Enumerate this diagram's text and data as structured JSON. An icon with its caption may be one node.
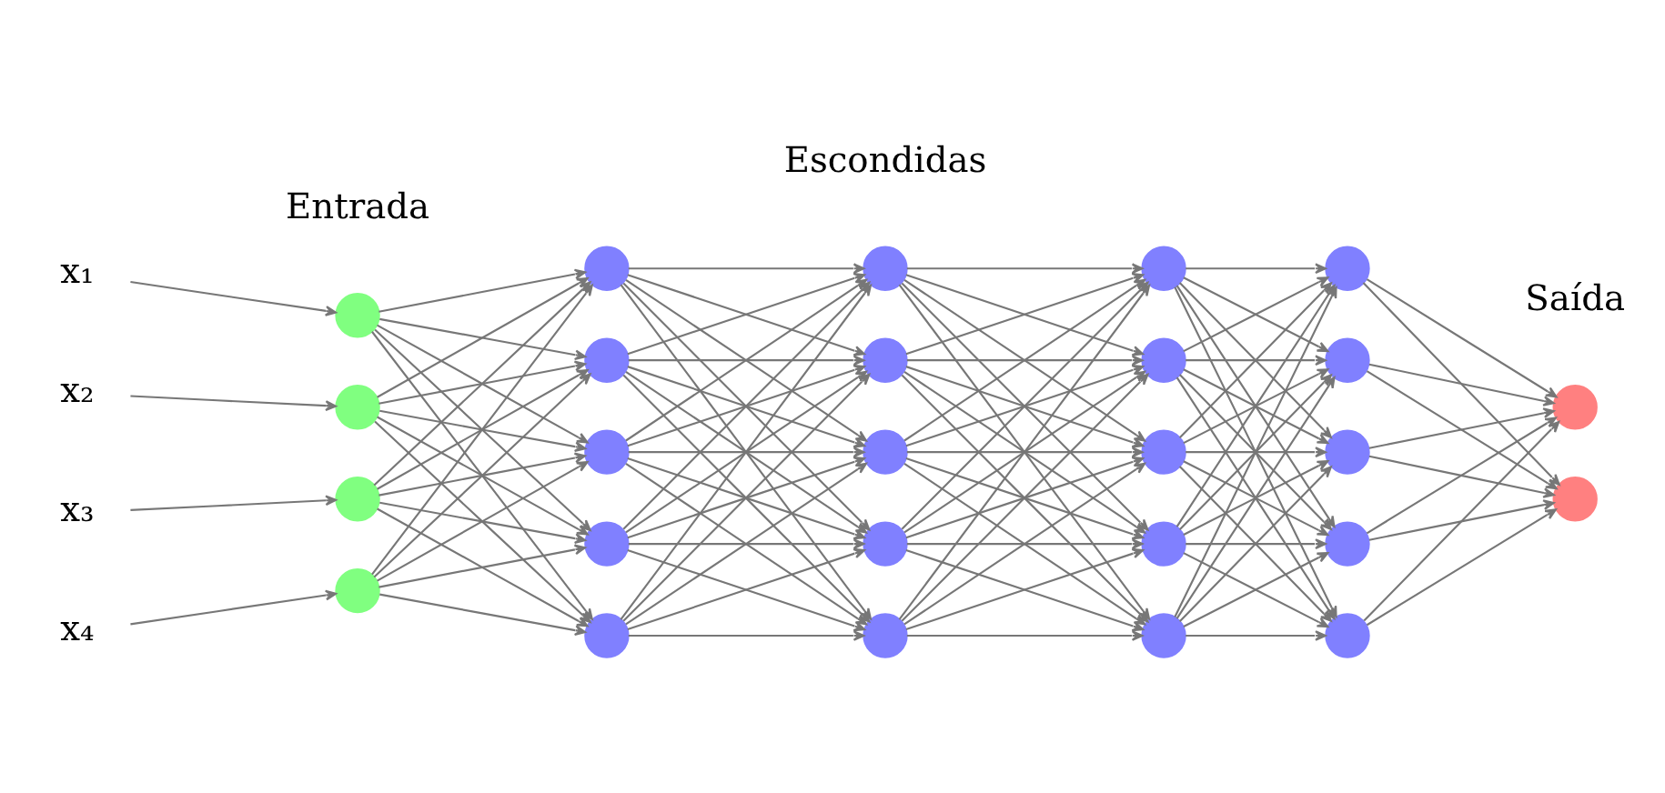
{
  "diagram": {
    "nodes": [
      {
        "text": [
          "x₁"
        ]
      },
      {
        "text": [
          "x₂"
        ]
      },
      {
        "text": [
          "x₃"
        ]
      },
      {
        "text": [
          "x₄"
        ]
      },
      {
        "text": [],
        "shape": "circle"
      },
      {
        "text": [],
        "shape": "circle"
      },
      {
        "text": [],
        "shape": "circle"
      },
      {
        "text": [],
        "shape": "circle"
      },
      {
        "text": [],
        "shape": "circle"
      },
      {
        "text": [],
        "shape": "circle"
      },
      {
        "text": [],
        "shape": "circle"
      },
      {
        "text": [],
        "shape": "circle"
      },
      {
        "text": [],
        "shape": "circle"
      },
      {
        "text": [],
        "shape": "circle"
      },
      {
        "text": [],
        "shape": "circle"
      },
      {
        "text": [],
        "shape": "circle"
      },
      {
        "text": [],
        "shape": "circle"
      },
      {
        "text": [],
        "shape": "circle"
      },
      {
        "text": [],
        "shape": "circle"
      },
      {
        "text": [],
        "shape": "circle"
      },
      {
        "text": [],
        "shape": "circle"
      },
      {
        "text": [],
        "shape": "circle"
      },
      {
        "text": [],
        "shape": "circle"
      },
      {
        "text": [],
        "shape": "circle"
      },
      {
        "text": [],
        "shape": "circle"
      },
      {
        "text": [],
        "shape": "circle"
      },
      {
        "text": [],
        "shape": "circle"
      },
      {
        "text": [],
        "shape": "circle"
      },
      {
        "text": [],
        "shape": "circle"
      },
      {
        "text": [],
        "shape": "circle"
      }
    ],
    "edges": [
      {
        "from": 0,
        "to": 4,
        "arrow": "to"
      },
      {
        "from": 1,
        "to": 5,
        "arrow": "to"
      },
      {
        "from": 2,
        "to": 6,
        "arrow": "to"
      },
      {
        "from": 3,
        "to": 7,
        "arrow": "to"
      },
      {
        "from": 4,
        "to": 8,
        "arrow": "to"
      },
      {
        "from": 4,
        "to": 9,
        "arrow": "to"
      },
      {
        "from": 4,
        "to": 10,
        "arrow": "to"
      },
      {
        "from": 4,
        "to": 11,
        "arrow": "to"
      },
      {
        "from": 4,
        "to": 12,
        "arrow": "to"
      },
      {
        "from": 5,
        "to": 8,
        "arrow": "to"
      },
      {
        "from": 5,
        "to": 9,
        "arrow": "to"
      },
      {
        "from": 5,
        "to": 10,
        "arrow": "to"
      },
      {
        "from": 5,
        "to": 11,
        "arrow": "to"
      },
      {
        "from": 5,
        "to": 12,
        "arrow": "to"
      },
      {
        "from": 6,
        "to": 8,
        "arrow": "to"
      },
      {
        "from": 6,
        "to": 9,
        "arrow": "to"
      },
      {
        "from": 6,
        "to": 10,
        "arrow": "to"
      },
      {
        "from": 6,
        "to": 11,
        "arrow": "to"
      },
      {
        "from": 6,
        "to": 12,
        "arrow": "to"
      },
      {
        "from": 7,
        "to": 8,
        "arrow": "to"
      },
      {
        "from": 7,
        "to": 9,
        "arrow": "to"
      },
      {
        "from": 7,
        "to": 10,
        "arrow": "to"
      },
      {
        "from": 7,
        "to": 11,
        "arrow": "to"
      },
      {
        "from": 7,
        "to": 12,
        "arrow": "to"
      },
      {
        "from": 8,
        "to": 13,
        "arrow": "to"
      },
      {
        "from": 8,
        "to": 14,
        "arrow": "to"
      },
      {
        "from": 8,
        "to": 15,
        "arrow": "to"
      },
      {
        "from": 8,
        "to": 16,
        "arrow": "to"
      },
      {
        "from": 8,
        "to": 17,
        "arrow": "to"
      },
      {
        "from": 9,
        "to": 13,
        "arrow": "to"
      },
      {
        "from": 9,
        "to": 14,
        "arrow": "to"
      },
      {
        "from": 9,
        "to": 15,
        "arrow": "to"
      },
      {
        "from": 9,
        "to": 16,
        "arrow": "to"
      },
      {
        "from": 9,
        "to": 17,
        "arrow": "to"
      },
      {
        "from": 10,
        "to": 13,
        "arrow": "to"
      },
      {
        "from": 10,
        "to": 14,
        "arrow": "to"
      },
      {
        "from": 10,
        "to": 15,
        "arrow": "to"
      },
      {
        "from": 10,
        "to": 16,
        "arrow": "to"
      },
      {
        "from": 10,
        "to": 17,
        "arrow": "to"
      },
      {
        "from": 11,
        "to": 13,
        "arrow": "to"
      },
      {
        "from": 11,
        "to": 14,
        "arrow": "to"
      },
      {
        "from": 11,
        "to": 15,
        "arrow": "to"
      },
      {
        "from": 11,
        "to": 16,
        "arrow": "to"
      },
      {
        "from": 11,
        "to": 17,
        "arrow": "to"
      },
      {
        "from": 12,
        "to": 13,
        "arrow": "to"
      },
      {
        "from": 12,
        "to": 14,
        "arrow": "to"
      },
      {
        "from": 12,
        "to": 15,
        "arrow": "to"
      },
      {
        "from": 12,
        "to": 16,
        "arrow": "to"
      },
      {
        "from": 12,
        "to": 17,
        "arrow": "to"
      },
      {
        "from": 13,
        "to": 18,
        "arrow": "to"
      },
      {
        "from": 13,
        "to": 19,
        "arrow": "to"
      },
      {
        "from": 13,
        "to": 20,
        "arrow": "to"
      },
      {
        "from": 13,
        "to": 21,
        "arrow": "to"
      },
      {
        "from": 13,
        "to": 22,
        "arrow": "to"
      },
      {
        "from": 14,
        "to": 18,
        "arrow": "to"
      },
      {
        "from": 14,
        "to": 19,
        "arrow": "to"
      },
      {
        "from": 14,
        "to": 20,
        "arrow": "to"
      },
      {
        "from": 14,
        "to": 21,
        "arrow": "to"
      },
      {
        "from": 14,
        "to": 22,
        "arrow": "to"
      },
      {
        "from": 15,
        "to": 18,
        "arrow": "to"
      },
      {
        "from": 15,
        "to": 19,
        "arrow": "to"
      },
      {
        "from": 15,
        "to": 20,
        "arrow": "to"
      },
      {
        "from": 15,
        "to": 21,
        "arrow": "to"
      },
      {
        "from": 15,
        "to": 22,
        "arrow": "to"
      },
      {
        "from": 16,
        "to": 18,
        "arrow": "to"
      },
      {
        "from": 16,
        "to": 19,
        "arrow": "to"
      },
      {
        "from": 16,
        "to": 20,
        "arrow": "to"
      },
      {
        "from": 16,
        "to": 21,
        "arrow": "to"
      },
      {
        "from": 16,
        "to": 22,
        "arrow": "to"
      },
      {
        "from": 17,
        "to": 18,
        "arrow": "to"
      },
      {
        "from": 17,
        "to": 19,
        "arrow": "to"
      },
      {
        "from": 17,
        "to": 20,
        "arrow": "to"
      },
      {
        "from": 17,
        "to": 21,
        "arrow": "to"
      },
      {
        "from": 17,
        "to": 22,
        "arrow": "to"
      },
      {
        "from": 18,
        "to": 23,
        "arrow": "to"
      },
      {
        "from": 18,
        "to": 24,
        "arrow": "to"
      },
      {
        "from": 18,
        "to": 25,
        "arrow": "to"
      },
      {
        "from": 18,
        "to": 26,
        "arrow": "to"
      },
      {
        "from": 18,
        "to": 27,
        "arrow": "to"
      },
      {
        "from": 19,
        "to": 23,
        "arrow": "to"
      },
      {
        "from": 19,
        "to": 24,
        "arrow": "to"
      },
      {
        "from": 19,
        "to": 25,
        "arrow": "to"
      },
      {
        "from": 19,
        "to": 26,
        "arrow": "to"
      },
      {
        "from": 19,
        "to": 27,
        "arrow": "to"
      },
      {
        "from": 20,
        "to": 23,
        "arrow": "to"
      },
      {
        "from": 20,
        "to": 24,
        "arrow": "to"
      },
      {
        "from": 20,
        "to": 25,
        "arrow": "to"
      },
      {
        "from": 20,
        "to": 26,
        "arrow": "to"
      },
      {
        "from": 20,
        "to": 27,
        "arrow": "to"
      },
      {
        "from": 21,
        "to": 23,
        "arrow": "to"
      },
      {
        "from": 21,
        "to": 24,
        "arrow": "to"
      },
      {
        "from": 21,
        "to": 25,
        "arrow": "to"
      },
      {
        "from": 21,
        "to": 26,
        "arrow": "to"
      },
      {
        "from": 21,
        "to": 27,
        "arrow": "to"
      },
      {
        "from": 22,
        "to": 23,
        "arrow": "to"
      },
      {
        "from": 22,
        "to": 24,
        "arrow": "to"
      },
      {
        "from": 22,
        "to": 25,
        "arrow": "to"
      },
      {
        "from": 22,
        "to": 26,
        "arrow": "to"
      },
      {
        "from": 22,
        "to": 27,
        "arrow": "to"
      },
      {
        "from": 23,
        "to": 28,
        "arrow": "to"
      },
      {
        "from": 23,
        "to": 29,
        "arrow": "to"
      },
      {
        "from": 24,
        "to": 28,
        "arrow": "to"
      },
      {
        "from": 24,
        "to": 29,
        "arrow": "to"
      },
      {
        "from": 25,
        "to": 28,
        "arrow": "to"
      },
      {
        "from": 25,
        "to": 29,
        "arrow": "to"
      },
      {
        "from": 26,
        "to": 28,
        "arrow": "to"
      },
      {
        "from": 26,
        "to": 29,
        "arrow": "to"
      },
      {
        "from": 27,
        "to": 28,
        "arrow": "to"
      },
      {
        "from": 27,
        "to": 29,
        "arrow": "to"
      }
    ],
    "labels": [
      "Entrada",
      "Escondidas",
      "Saída"
    ]
  }
}
